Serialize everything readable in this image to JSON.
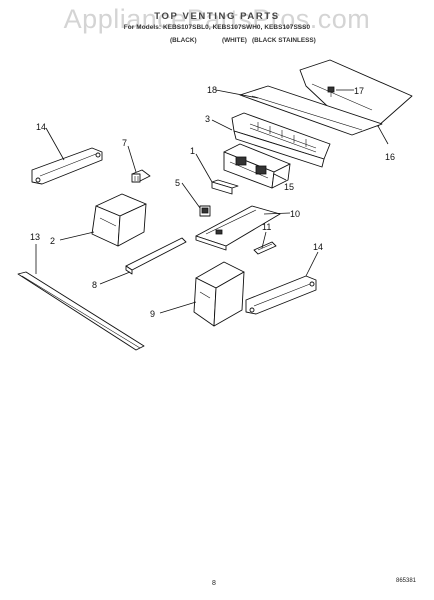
{
  "header": {
    "title": "TOP VENTING PARTS",
    "subtitle": "For Models: KEBS107SBL0, KEBS107SWH0, KEBS107SSS0",
    "variant_black": "(BLACK)",
    "variant_white": "(WHITE)",
    "variant_stainless": "(BLACK STAINLESS)"
  },
  "watermark": "AppliancePartsPros.com",
  "callouts": [
    "1",
    "2",
    "3",
    "5",
    "7",
    "8",
    "9",
    "10",
    "11",
    "13",
    "14",
    "14",
    "15",
    "16",
    "17",
    "18"
  ],
  "footer": {
    "page_number": "8",
    "doc_code": "865381"
  }
}
